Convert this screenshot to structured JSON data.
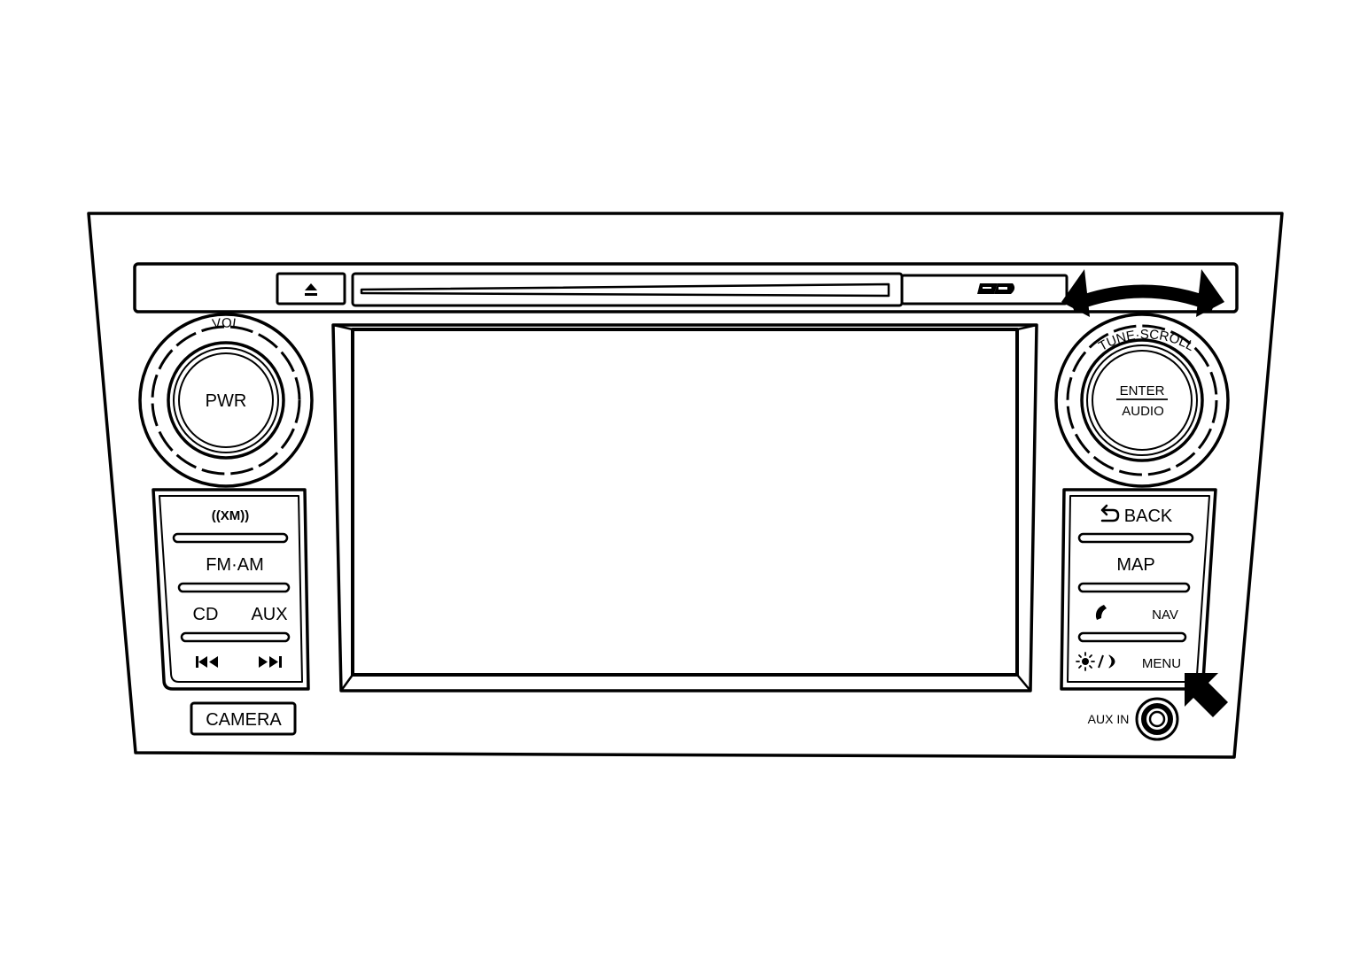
{
  "panel": {
    "colors": {
      "stroke": "#000000",
      "fill": "#ffffff"
    }
  },
  "top_bar": {
    "eject_icon": "eject-icon",
    "sd_icon": "sd-card-icon"
  },
  "left_knob": {
    "ring_label": "VOL",
    "center_label": "PWR"
  },
  "right_knob": {
    "ring_label": "TUNE·SCROLL",
    "center_top": "ENTER",
    "center_bottom": "AUDIO",
    "rotate_arrow_icon": "rotate-arrow-icon"
  },
  "left_buttons": {
    "xm_label": "((XM))",
    "fm_am": "FM·AM",
    "cd": "CD",
    "aux": "AUX",
    "prev_icon": "skip-back-icon",
    "next_icon": "skip-forward-icon"
  },
  "right_buttons": {
    "back_icon": "back-arrow-icon",
    "back": "BACK",
    "map": "MAP",
    "phone_icon": "phone-icon",
    "nav": "NAV",
    "day_night_icon": "day-night-icon",
    "menu": "MENU"
  },
  "camera_button": {
    "label": "CAMERA"
  },
  "aux_in": {
    "label": "AUX IN"
  },
  "pointer_arrow_icon": "pointer-arrow-icon"
}
